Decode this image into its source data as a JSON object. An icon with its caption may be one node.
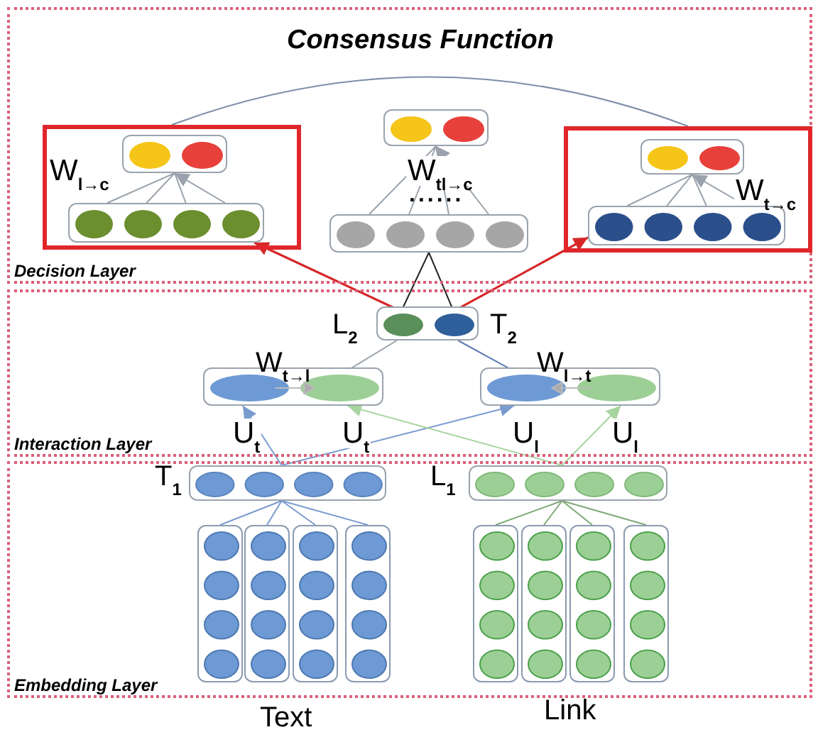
{
  "diagram": {
    "title": "Consensus Function",
    "nodes": [
      {
        "text": [
          "Decision Layer"
        ]
      },
      {
        "text": [
          "Interaction Layer"
        ]
      },
      {
        "text": [
          "Embedding Layer"
        ]
      },
      {
        "text": [],
        "shape": "box",
        "in": 0
      },
      {
        "text": [],
        "shape": "box",
        "in": 3
      },
      {
        "text": [],
        "shape": "box",
        "in": 3
      },
      {
        "text": [],
        "shape": "box",
        "in": 0
      },
      {
        "text": [],
        "shape": "box",
        "in": 0
      },
      {
        "text": [],
        "shape": "box",
        "in": 0
      },
      {
        "text": [],
        "shape": "box",
        "in": 8
      },
      {
        "text": [],
        "shape": "box",
        "in": 8
      },
      {
        "text": [],
        "shape": "box",
        "in": 1,
        "beside": [
          "L$_{2}$",
          "T$_{2}$"
        ]
      },
      {
        "text": [],
        "shape": "box",
        "in": 1,
        "beside": [
          "W$_{t→l}$"
        ]
      },
      {
        "text": [],
        "shape": "box",
        "in": 1,
        "beside": [
          "W$_{l→t}$"
        ]
      },
      {
        "text": [],
        "shape": "box",
        "in": 2,
        "beside": [
          "T$_{1}$"
        ]
      },
      {
        "text": [],
        "shape": "box",
        "in": 2,
        "beside": [
          "L$_{1}$"
        ]
      },
      {
        "text": [],
        "shape": "box",
        "in": 2
      },
      {
        "text": [],
        "shape": "box",
        "in": 2
      },
      {
        "text": [],
        "shape": "box",
        "in": 2
      },
      {
        "text": [],
        "shape": "box",
        "in": 2
      },
      {
        "text": [],
        "shape": "box",
        "in": 2
      },
      {
        "text": [],
        "shape": "box",
        "in": 2
      },
      {
        "text": [],
        "shape": "box",
        "in": 2
      },
      {
        "text": [],
        "shape": "box",
        "in": 2
      }
    ],
    "edges": [
      {
        "from": 3,
        "to": 8,
        "arrow": "none",
        "color": "#7d8fa8"
      },
      {
        "from": 5,
        "to": 4,
        "arrow": "to",
        "label": "W$_{l→c}$"
      },
      {
        "from": 7,
        "to": 6,
        "arrow": "to",
        "label": "W$_{tl→c}$"
      },
      {
        "from": 10,
        "to": 9,
        "arrow": "to",
        "label": "W$_{t→c}$"
      },
      {
        "from": 11,
        "to": 5,
        "arrow": "to",
        "color": "#d62728"
      },
      {
        "from": 11,
        "to": 10,
        "arrow": "to",
        "color": "#d62728"
      },
      {
        "from": 11,
        "to": 7,
        "arrow": "none",
        "color": "#222222"
      },
      {
        "from": 12,
        "to": 11,
        "arrow": "none"
      },
      {
        "from": 13,
        "to": 11,
        "arrow": "none",
        "color": "#5b7bb0"
      },
      {
        "from": 14,
        "to": 12,
        "arrow": "to",
        "label": "U$_{t}$",
        "color": "#7a9bd0"
      },
      {
        "from": 14,
        "to": 13,
        "arrow": "to",
        "label": "U$_{t}$",
        "color": "#7a9bd0"
      },
      {
        "from": 15,
        "to": 12,
        "arrow": "to",
        "label": "U$_{l}$",
        "color": "#a8d4a0"
      },
      {
        "from": 15,
        "to": 13,
        "arrow": "to",
        "label": "U$_{l}$",
        "color": "#a8d4a0"
      },
      {
        "from": 14,
        "to": 16,
        "arrow": "none",
        "color": "#7a9bd0"
      },
      {
        "from": 14,
        "to": 17,
        "arrow": "none",
        "color": "#7a9bd0"
      },
      {
        "from": 14,
        "to": 18,
        "arrow": "none",
        "color": "#7a9bd0"
      },
      {
        "from": 14,
        "to": 19,
        "arrow": "none",
        "color": "#7a9bd0"
      },
      {
        "from": 15,
        "to": 20,
        "arrow": "none",
        "color": "#7fa878"
      },
      {
        "from": 15,
        "to": 21,
        "arrow": "none",
        "color": "#7fa878"
      },
      {
        "from": 15,
        "to": 22,
        "arrow": "none",
        "color": "#7fa878"
      },
      {
        "from": 15,
        "to": 23,
        "arrow": "none",
        "color": "#7fa878"
      }
    ],
    "labels": [
      "......",
      "Text",
      "Link"
    ]
  }
}
